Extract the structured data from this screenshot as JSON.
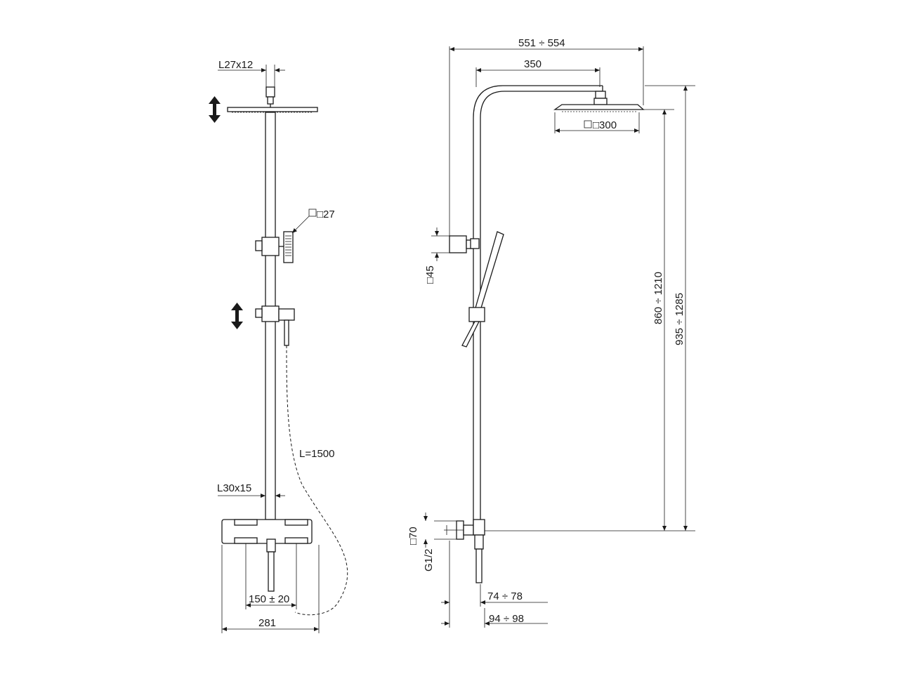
{
  "front_view": {
    "head_connector": "L27x12",
    "hand_shower_size": "□27",
    "hose_length": "L=1500",
    "mixer_connector": "L30x15",
    "mixer_center_distance": "150 ± 20",
    "mixer_width": "281"
  },
  "side_view": {
    "overall_depth": "551 ÷ 554",
    "arm_length": "350",
    "head_size": "□300",
    "wall_bracket": "□45",
    "inlet_plate": "□70",
    "inlet_thread": "G1/2",
    "offset_near": "74 ÷ 78",
    "offset_far": "94 ÷ 98",
    "height_inner": "860 ÷ 1210",
    "height_outer": "935 ÷ 1285"
  },
  "colors": {
    "line": "#1a1a1a",
    "background": "#ffffff"
  },
  "icons": [
    "double-arrow-icon",
    "double-arrow-icon"
  ]
}
